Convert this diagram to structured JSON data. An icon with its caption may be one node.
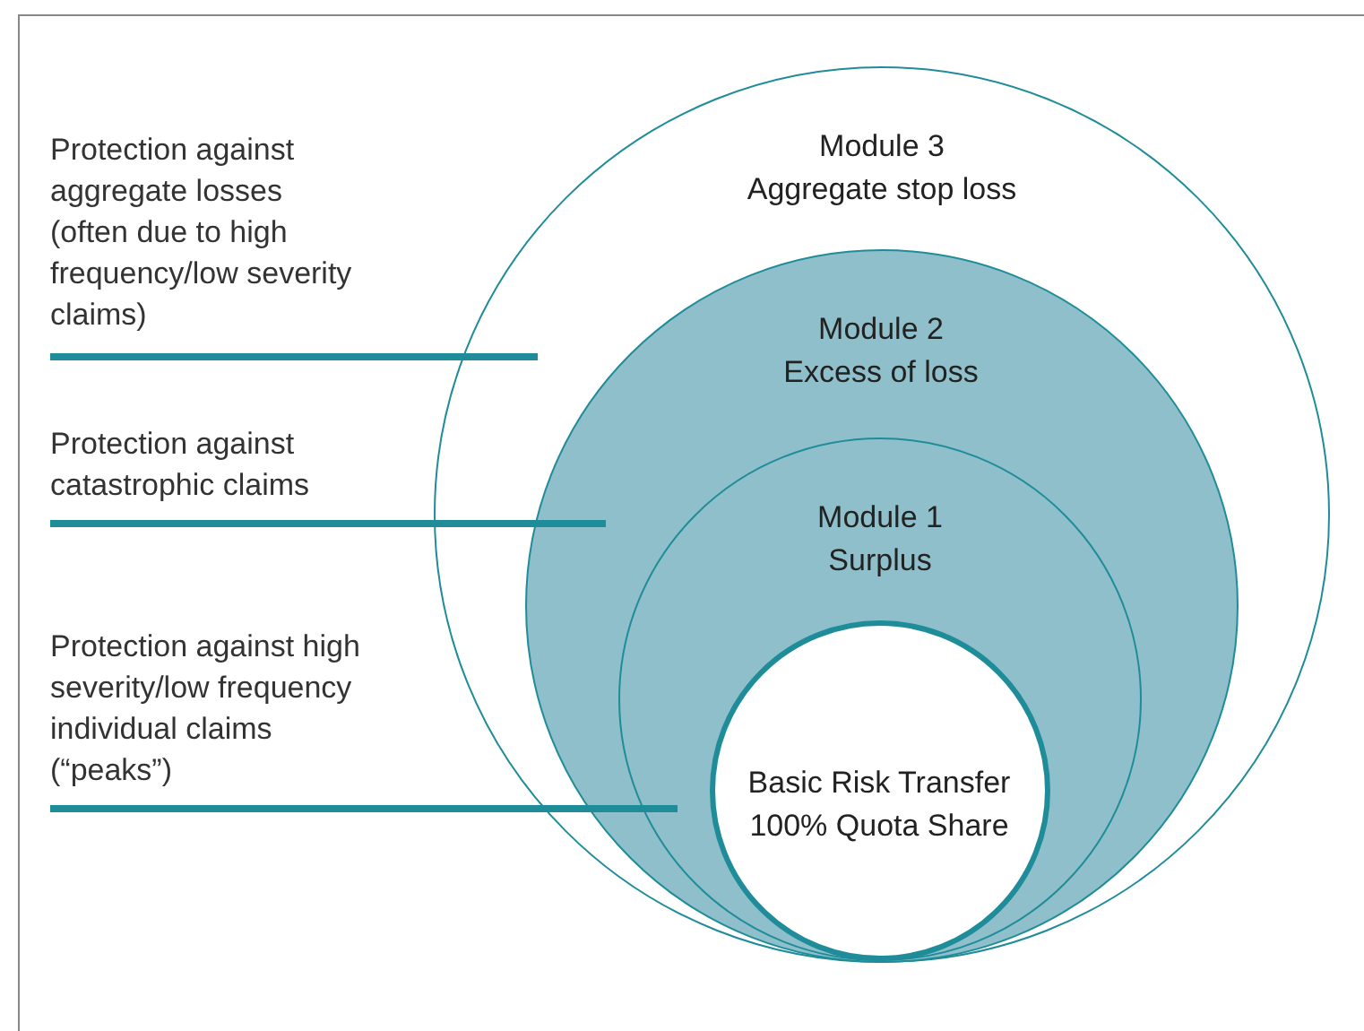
{
  "diagram": {
    "nodes": [
      {
        "text": [
          "Module 3",
          "Aggregate stop loss"
        ]
      },
      {
        "text": [
          "Module 2",
          "Excess of loss"
        ],
        "in": 0
      },
      {
        "text": [
          "Module 1",
          "Surplus"
        ],
        "in": 1
      },
      {
        "text": [
          "Basic Risk Transfer",
          "100% Quota Share"
        ],
        "in": 2
      },
      {
        "text": [
          "Protection against aggregate losses (often due to high frequency/low severity claims)"
        ]
      },
      {
        "text": [
          "Protection against catastrophic claims"
        ]
      },
      {
        "text": [
          "Protection against high severity/low frequency individual claims (“peaks”)"
        ]
      }
    ],
    "edges": [
      {
        "from": 4,
        "to": 0,
        "arrow": "none"
      },
      {
        "from": 5,
        "to": 1,
        "arrow": "none"
      },
      {
        "from": 6,
        "to": 2,
        "arrow": "none"
      }
    ]
  }
}
